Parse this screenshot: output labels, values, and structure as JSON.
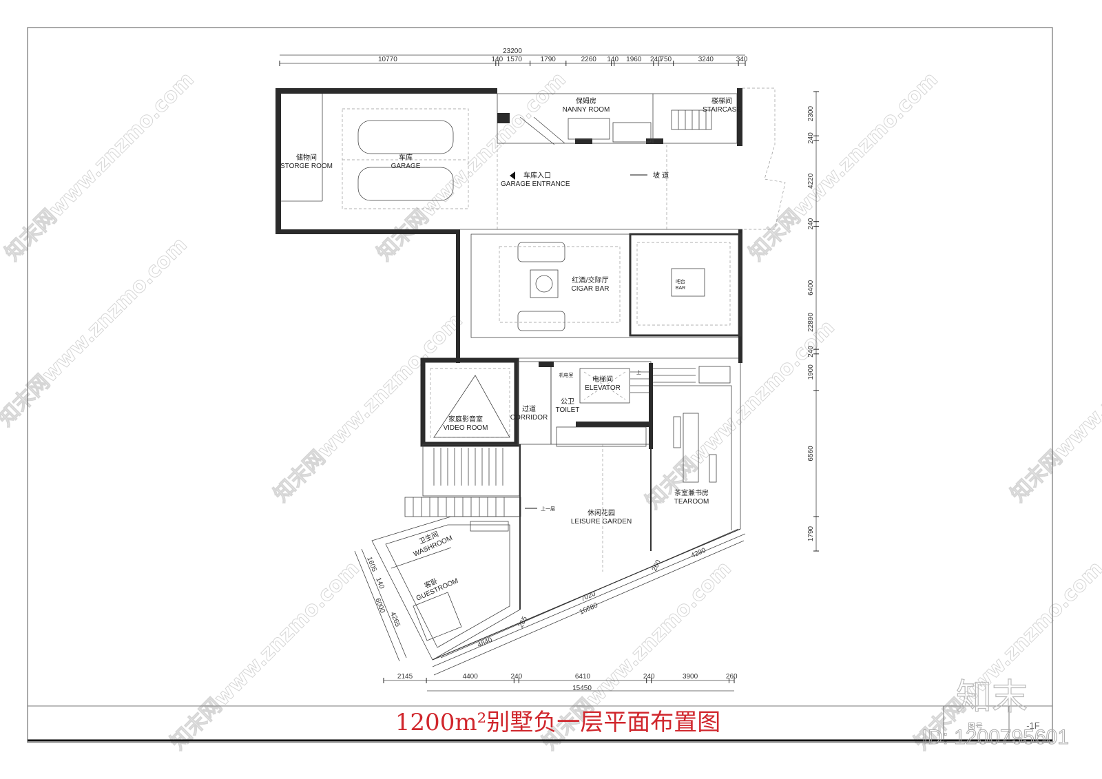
{
  "title": "1200m²别墅负一层平面布置图",
  "title_block": {
    "sheet_label": "图号",
    "sheet_value": "-1F"
  },
  "logo_text": "知末",
  "id_text": "ID: 1200795601",
  "watermark_text": "知末网www.znzmo.com",
  "colors": {
    "title": "#d0262c",
    "wall": "#2b2b2b",
    "line": "#444444"
  },
  "rooms": [
    {
      "cn": "储物间",
      "en": "STORGE  ROOM"
    },
    {
      "cn": "车库",
      "en": "GARAGE"
    },
    {
      "cn": "保姆房",
      "en": "NANNY  ROOM"
    },
    {
      "cn": "楼梯间",
      "en": "STAIRCASE"
    },
    {
      "cn": "车库入口",
      "en": "GARAGE  ENTRANCE"
    },
    {
      "cn": "坡    道",
      "en": ""
    },
    {
      "cn": "红酒/交际厅",
      "en": "CIGAR  BAR"
    },
    {
      "cn": "吧台",
      "en": "BAR"
    },
    {
      "cn": "家庭影音室",
      "en": "VIDEO  ROOM"
    },
    {
      "cn": "过道",
      "en": "CORRIDOR"
    },
    {
      "cn": "机电室",
      "en": ""
    },
    {
      "cn": "电梯间",
      "en": "ELEVATOR"
    },
    {
      "cn": "公卫",
      "en": "TOILET"
    },
    {
      "cn": "茶室兼书房",
      "en": "TEAROOM"
    },
    {
      "cn": "休闲花园",
      "en": "LEISURE  GARDEN"
    },
    {
      "cn": "卫生间",
      "en": "WASHROOM"
    },
    {
      "cn": "客卧",
      "en": "GUESTROOM"
    }
  ],
  "annotations": {
    "up": "上",
    "up_one_floor": "上一层"
  },
  "dimensions": {
    "top_total": "23200",
    "top": [
      "10770",
      "140",
      "1570",
      "1790",
      "2260",
      "140",
      "1960",
      "240",
      "750",
      "3240",
      "340"
    ],
    "right": [
      "2300",
      "240",
      "4220",
      "240",
      "6400",
      "240",
      "1900",
      "6560",
      "1790"
    ],
    "right_total": "22890",
    "bottom": [
      "2145",
      "4400",
      "240",
      "6410",
      "240",
      "3900",
      "260"
    ],
    "bottom_total": "15450",
    "diagonal": {
      "d4840": "4840",
      "d265": "265",
      "d7020": "7020",
      "d16680": "16680",
      "d4290": "4290",
      "d260": "260"
    },
    "left": {
      "d1605": "1605",
      "d140": "140",
      "d6000": "6000",
      "d4265": "4265"
    }
  }
}
